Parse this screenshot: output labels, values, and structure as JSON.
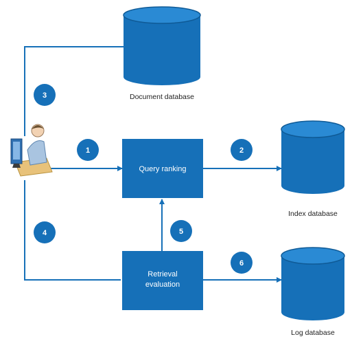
{
  "colors": {
    "primary": "#1670b8",
    "db_top": "#2a8ad4",
    "box": "#1670b8",
    "line": "#1670b8",
    "badge": "#1670b8"
  },
  "boxes": {
    "query_ranking": "Query ranking",
    "retrieval_line1": "Retrieval",
    "retrieval_line2": "evaluation"
  },
  "databases": {
    "document": "Document database",
    "index": "Index database",
    "log": "Log database"
  },
  "steps": [
    "1",
    "2",
    "3",
    "4",
    "5",
    "6"
  ],
  "icons": {
    "user": "user-at-computer-icon"
  }
}
